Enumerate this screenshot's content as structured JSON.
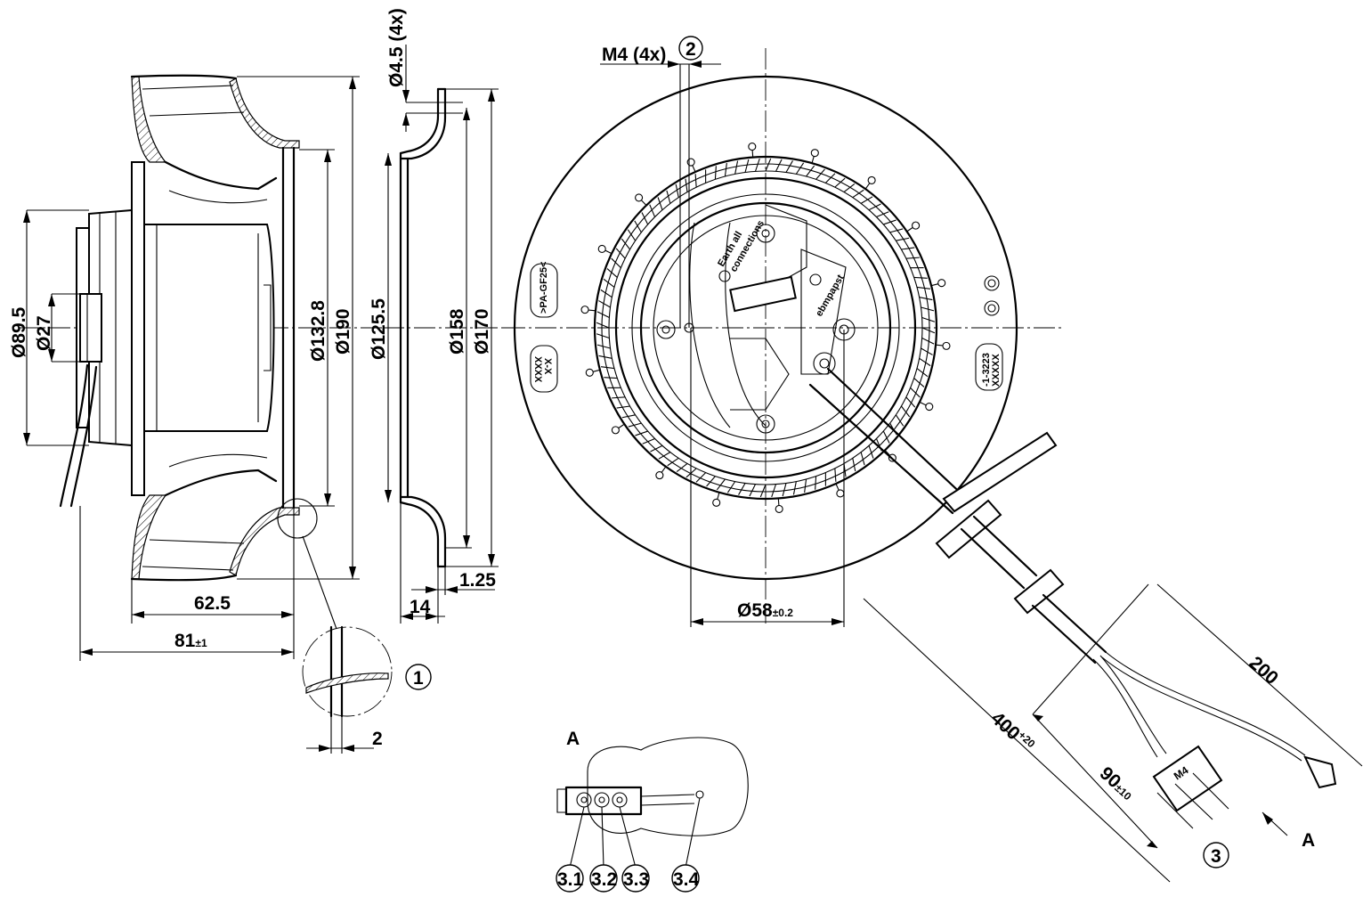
{
  "dimensions": {
    "d89_5": "Ø89.5",
    "d27": "Ø27",
    "d132_8": "Ø132.8",
    "d190": "Ø190",
    "d125_5": "Ø125.5",
    "d158": "Ø158",
    "d170": "Ø170",
    "hole": "Ø4.5 (4x)",
    "thread": "M4 (4x)",
    "w62_5": "62.5",
    "w81": "81",
    "w81_tol": "±1",
    "w14": "14",
    "w1_25": "1.25",
    "w2": "2",
    "d58": "Ø58",
    "d58_tol": "±0.2",
    "l400": "400",
    "l400_tol": "+20",
    "l200": "200",
    "l90": "90",
    "l90_tol": "±10"
  },
  "callouts": {
    "c1": "1",
    "c2": "2",
    "c3": "3",
    "c3_1": "3.1",
    "c3_2": "3.2",
    "c3_3": "3.3",
    "c3_4": "3.4"
  },
  "views": {
    "view_a_label": "A",
    "view_a_arrow": "A",
    "connector_label": "M4"
  },
  "labels": {
    "logo": "ebmpapst",
    "material": ">PA-GF25<",
    "stamp_left_1": "XXXX",
    "stamp_left_2": "X-X",
    "stamp_right_1": "XXXXX",
    "stamp_right_2": "-1-3223",
    "warn_1": "Earth all",
    "warn_2": "connections"
  }
}
